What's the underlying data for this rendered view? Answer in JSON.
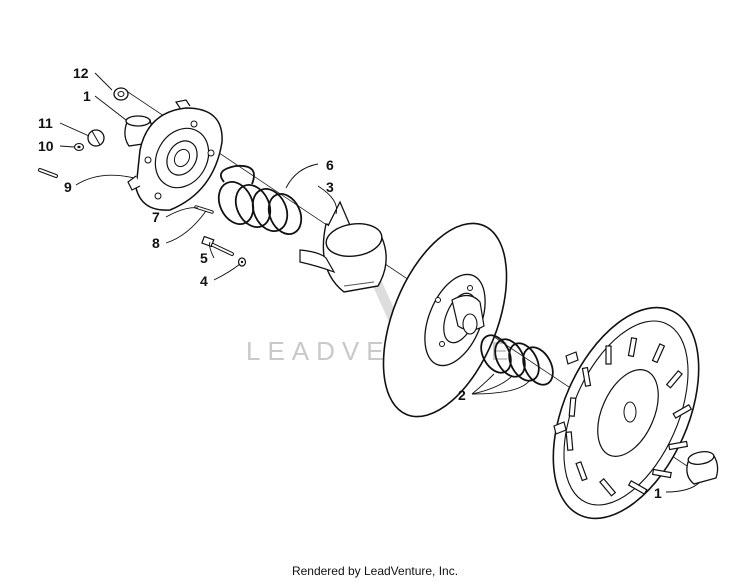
{
  "diagram": {
    "watermark": "LEADVENTURE",
    "callouts": {
      "c12": "12",
      "c1_top": "1",
      "c11": "11",
      "c10": "10",
      "c9": "9",
      "c7": "7",
      "c8": "8",
      "c6": "6",
      "c3": "3",
      "c5": "5",
      "c4": "4",
      "c2": "2",
      "c1_bottom": "1"
    }
  },
  "footer": {
    "text": "Rendered by LeadVenture, Inc."
  }
}
